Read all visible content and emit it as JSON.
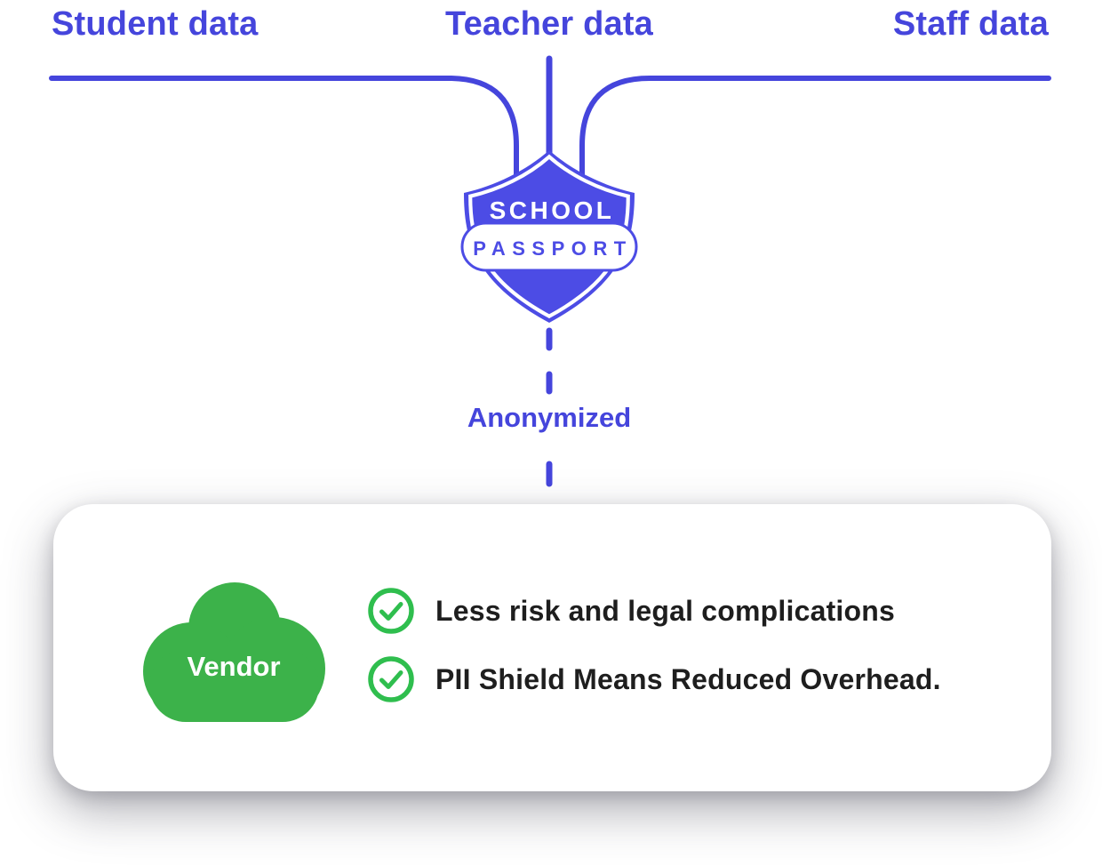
{
  "colors": {
    "accent_blue": "#4545dc",
    "shield_blue": "#4c4ce5",
    "cloud_green": "#3cb24a",
    "check_green": "#2fbe4e",
    "text_dark": "#1e1e1e",
    "card_background": "#ffffff"
  },
  "sources": [
    {
      "label": "Student data"
    },
    {
      "label": "Teacher data"
    },
    {
      "label": "Staff data"
    }
  ],
  "shield": {
    "line1": "SCHOOL",
    "line2": "PASSPORT"
  },
  "flow": {
    "anonymized_label": "Anonymized"
  },
  "card": {
    "vendor_label": "Vendor",
    "benefits": [
      {
        "icon": "check-circle-icon",
        "text": "Less risk and legal complications"
      },
      {
        "icon": "check-circle-icon",
        "text": "PII Shield Means Reduced Overhead."
      }
    ]
  }
}
